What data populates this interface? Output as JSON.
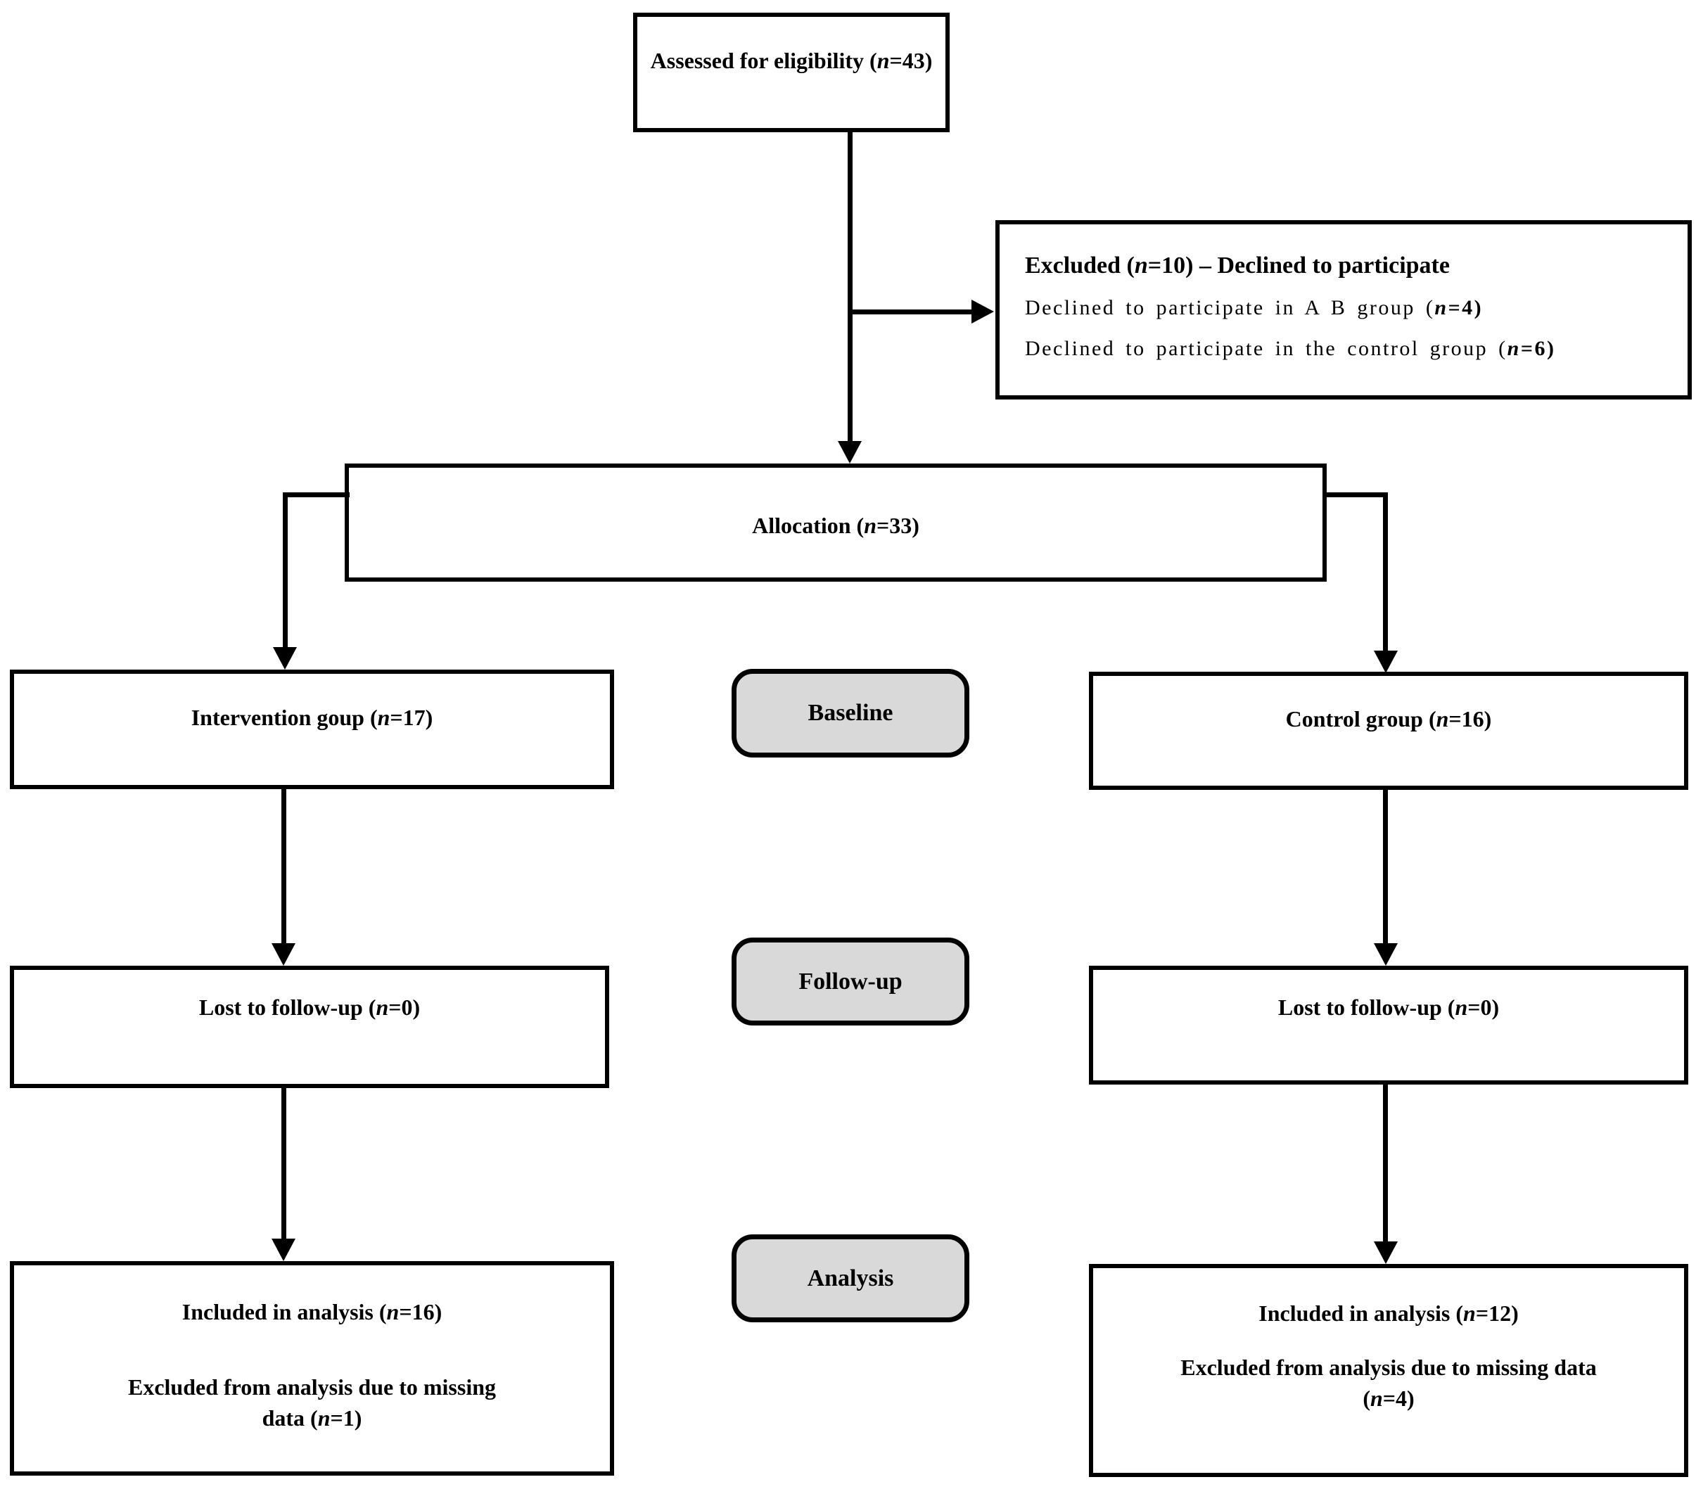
{
  "colors": {
    "box_border": "#000000",
    "stage_fill": "#d9d9d9",
    "line": "#000000",
    "text": "#000000",
    "background": "#ffffff"
  },
  "boxes": {
    "assessed": {
      "line": {
        "pre": "Assessed for eligibility (",
        "n": "n",
        "post": "=43)"
      }
    },
    "excluded": {
      "title": {
        "pre": "Excluded (",
        "n": "n",
        "post": "=10) – Declined to participate"
      },
      "reason1": {
        "pre": "Declined to participate in A B group (",
        "n": "n",
        "post": "=4)"
      },
      "reason2": {
        "pre": "Declined to participate in the control group (",
        "n": "n",
        "post": "=6)"
      }
    },
    "allocation": {
      "line": {
        "pre": "Allocation (",
        "n": "n",
        "post": "=33)"
      }
    },
    "intervention": {
      "line": {
        "pre": "Intervention goup (",
        "n": "n",
        "post": "=17)"
      }
    },
    "control": {
      "line": {
        "pre": "Control group (",
        "n": "n",
        "post": "=16)"
      }
    },
    "lost_left": {
      "line": {
        "pre": "Lost to follow-up (",
        "n": "n",
        "post": "=0)"
      }
    },
    "lost_right": {
      "line": {
        "pre": "Lost to follow-up (",
        "n": "n",
        "post": "=0)"
      }
    },
    "analysis_left": {
      "included": {
        "pre": "Included in analysis (",
        "n": "n",
        "post": "=16)"
      },
      "excluded1": {
        "pre": "Excluded from analysis due to missing",
        "n": "",
        "post": ""
      },
      "excluded2": {
        "pre": "data (",
        "n": "n",
        "post": "=1)"
      }
    },
    "analysis_right": {
      "included": {
        "pre": "Included in analysis (",
        "n": "n",
        "post": "=12)"
      },
      "excluded1": {
        "pre": "Excluded from analysis due to missing data",
        "n": "",
        "post": ""
      },
      "excluded2": {
        "pre": "(",
        "n": "n",
        "post": "=4)"
      }
    },
    "stages": {
      "baseline": "Baseline",
      "followup": "Follow-up",
      "analysis": "Analysis"
    }
  }
}
